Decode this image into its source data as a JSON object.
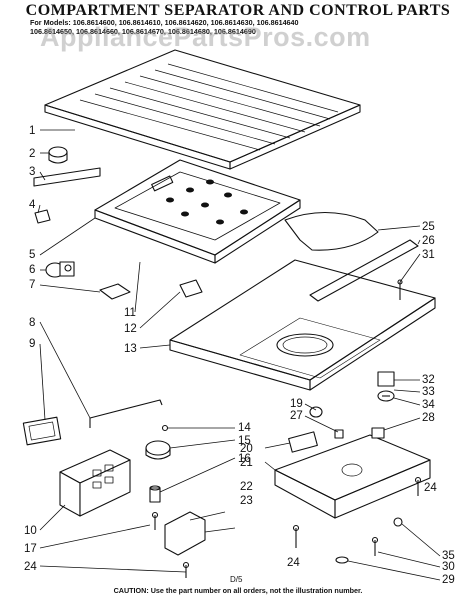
{
  "title": "COMPARTMENT SEPARATOR AND CONTROL PARTS",
  "models_line1": "For Models: 106.8614600, 106.8614610, 106.8614620, 106.8614630, 106.8614640",
  "models_line2": "106.8614650, 106.8614660, 106.8614670, 106.8614680, 106.8614690",
  "watermark": "AppliancePartsPros.com",
  "diagram_code": "D/5",
  "caption": "CAUTION: Use the part number on all orders, not the illustration number.",
  "callouts": {
    "c1": "1",
    "c2": "2",
    "c3": "3",
    "c4": "4",
    "c5": "5",
    "c6": "6",
    "c7": "7",
    "c8": "8",
    "c9": "9",
    "c10": "10",
    "c11": "11",
    "c12": "12",
    "c13": "13",
    "c14": "14",
    "c15": "15",
    "c16": "16",
    "c17": "17",
    "c19": "19",
    "c20": "20",
    "c21": "21",
    "c22": "22",
    "c23": "23",
    "c24a": "24",
    "c24b": "24",
    "c24c": "24",
    "c25": "25",
    "c26": "26",
    "c27": "27",
    "c28": "28",
    "c29": "29",
    "c30": "30",
    "c31": "31",
    "c32": "32",
    "c33": "33",
    "c34": "34",
    "c35": "35"
  }
}
